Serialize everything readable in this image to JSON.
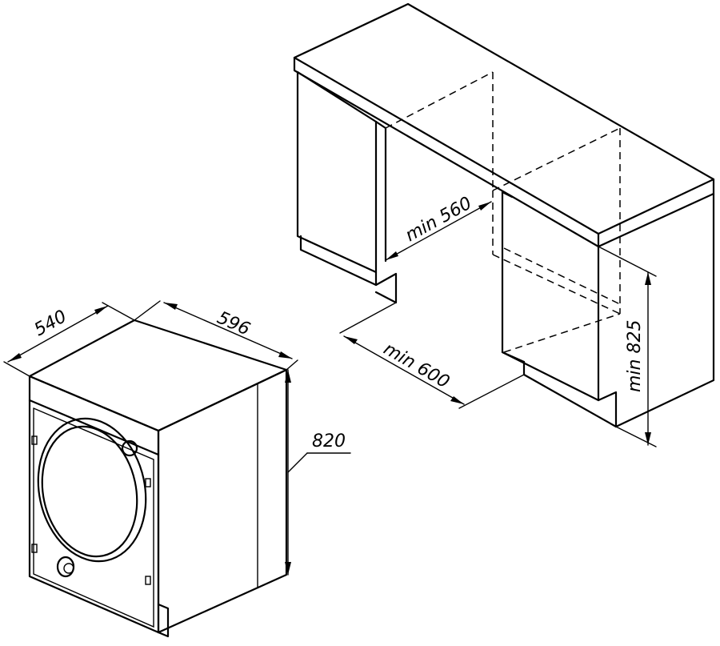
{
  "dimensions": {
    "washer_depth": "540",
    "washer_width": "596",
    "washer_height": "820",
    "niche_inner_depth": "min 560",
    "niche_width": "min 600",
    "niche_height": "min 825"
  }
}
